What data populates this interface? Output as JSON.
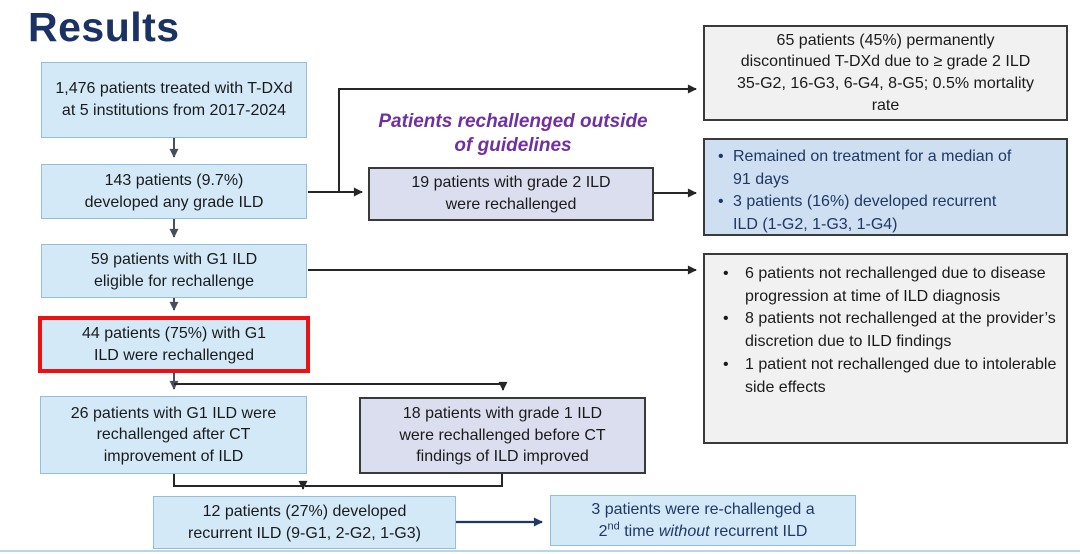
{
  "title": "Results",
  "colors": {
    "title_navy": "#1b3264",
    "flow_box_fill": "#d3e9f8",
    "flow_box_border": "#94bedd",
    "lavender_box_fill": "#dbdeee",
    "gray_box_fill": "#f1f1f1",
    "blue_panel_fill": "#cddff0",
    "highlight_border_red": "#ee1111",
    "purple_note": "#7030a0",
    "navy_text": "#1f3864"
  },
  "flowchart": {
    "treated": "1,476 patients treated with T-DXd at 5 institutions from 2017-2024",
    "developed_ild": "143 patients (9.7%) developed any grade ILD",
    "eligible": "59 patients with G1 ILD eligible for rechallenge",
    "rechallenged_g1": "44 patients (75%) with G1 ILD were rechallenged",
    "rechallenged_after_ct": "26 patients with G1 ILD were rechallenged after CT improvement of ILD",
    "grade2_rechallenged": "19 patients with grade 2 ILD were rechallenged",
    "rechallenged_before_ct": "18 patients with grade 1 ILD were rechallenged before CT findings of ILD improved",
    "recurrent_ild": "12 patients (27%) developed recurrent ILD (9-G1, 2-G2, 1-G3)"
  },
  "purple_note": {
    "line1": "Patients rechallenged outside",
    "line2": "of guidelines"
  },
  "right_panel": {
    "discontinued": "65 patients (45%) permanently discontinued T-DXd due to ≥ grade 2 ILD 35-G2, 16-G3, 6-G4, 8-G5; 0.5% mortality rate",
    "grade2_outcomes": {
      "items": [
        "Remained on treatment for a median of 91 days",
        "3 patients (16%) developed recurrent ILD (1-G2, 1-G3, 1-G4)"
      ]
    },
    "not_rechallenged": {
      "items": [
        "6 patients not rechallenged due to disease progression at time of ILD diagnosis",
        "8 patients not rechallenged at the provider’s discretion due to ILD findings",
        "1 patient not rechallenged due to intolerable side effects"
      ]
    }
  },
  "second_rechallenge": {
    "line1": "3 patients were re-challenged a",
    "line2_prefix": "2",
    "line2_sup": "nd",
    "line2_mid": " time ",
    "line2_italic": "without",
    "line2_suffix": " recurrent ILD"
  }
}
